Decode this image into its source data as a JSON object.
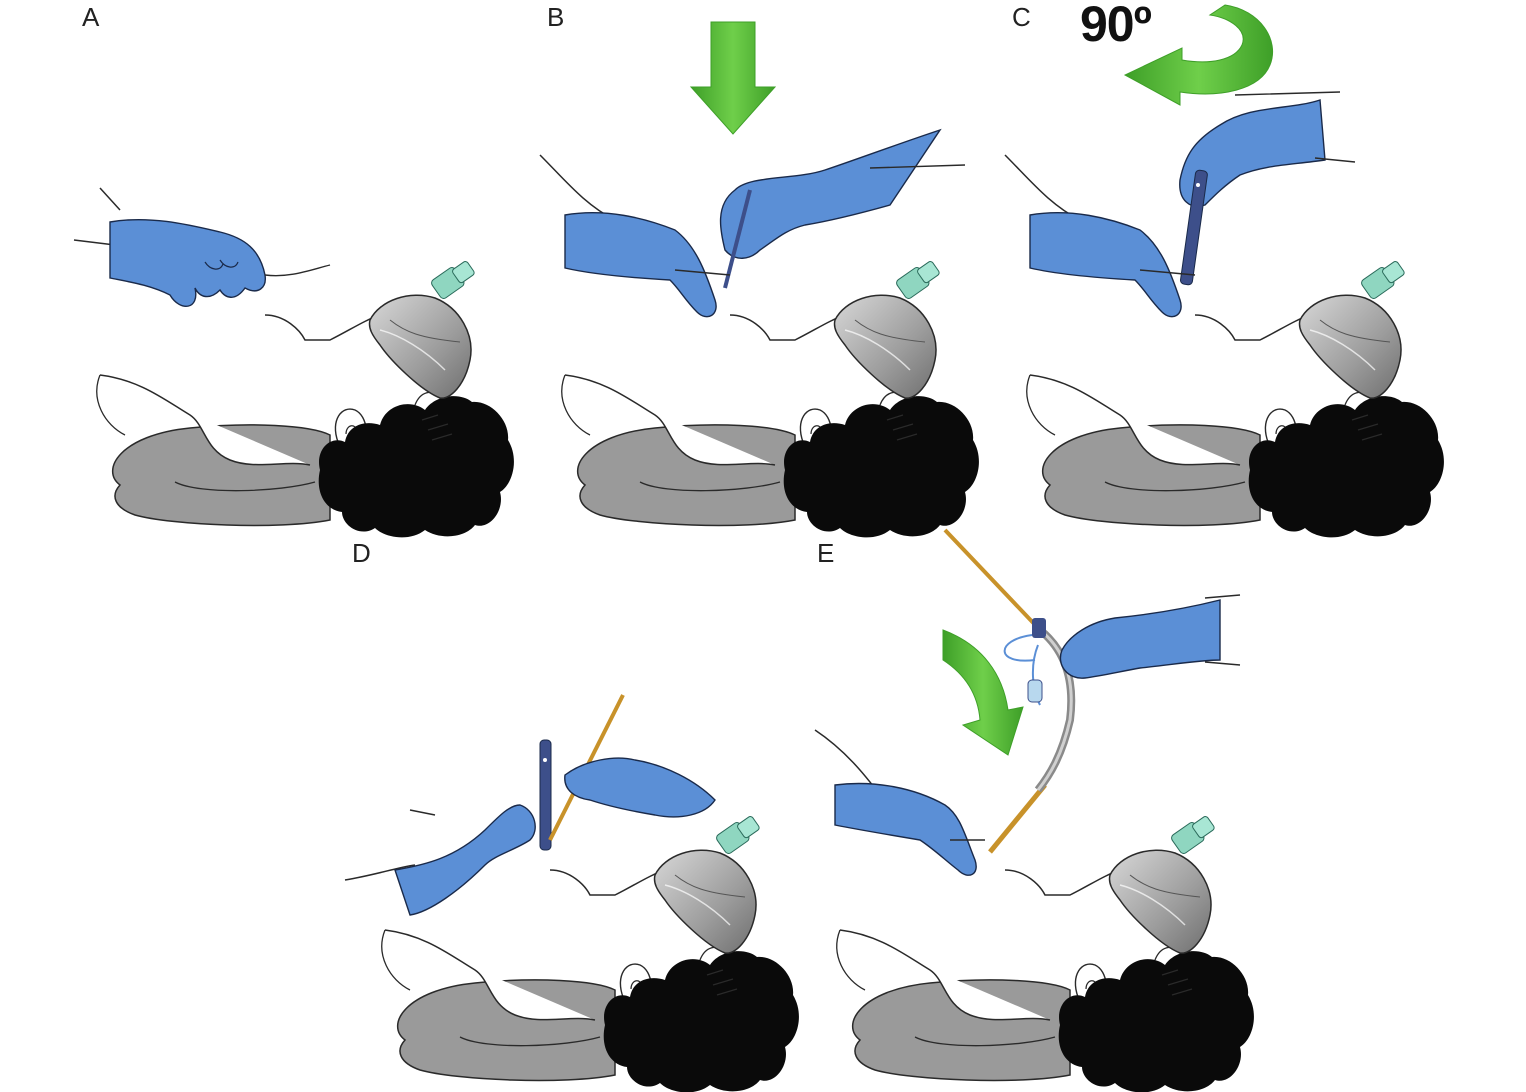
{
  "figure": {
    "panels": [
      {
        "id": "A",
        "label": "A",
        "step": "palpation"
      },
      {
        "id": "B",
        "label": "B",
        "step": "vertical-incision"
      },
      {
        "id": "C",
        "label": "C",
        "step": "scalpel-rotation",
        "annotation": "90º"
      },
      {
        "id": "D",
        "label": "D",
        "step": "bougie-insertion"
      },
      {
        "id": "E",
        "label": "E",
        "step": "tube-railroading"
      }
    ]
  },
  "colors": {
    "glove": "#5b8fd6",
    "glove_outline": "#1a2a4a",
    "hair": "#0a0a0a",
    "pillow": "#9a9a9a",
    "mask": "#a8a8a8",
    "mask_connector": "#8fd6c0",
    "arrow": "#55b835",
    "instrument": "#3d4f8a",
    "bougie": "#c8922a"
  },
  "icons": {
    "arrow_down": "green-down-arrow-icon",
    "arrow_rotate": "green-rotate-arrow-icon",
    "arrow_curve": "green-curved-arrow-icon"
  }
}
